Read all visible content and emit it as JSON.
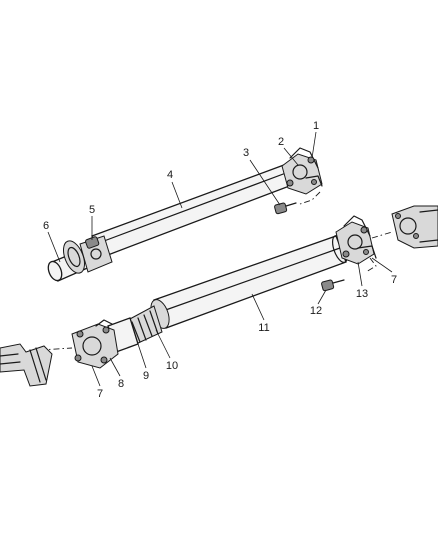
{
  "callouts": {
    "c1": "1",
    "c2": "2",
    "c3": "3",
    "c4": "4",
    "c5": "5",
    "c6": "6",
    "c7a": "7",
    "c7b": "7",
    "c8": "8",
    "c9": "9",
    "c10": "10",
    "c11": "11",
    "c12": "12",
    "c13": "13"
  }
}
